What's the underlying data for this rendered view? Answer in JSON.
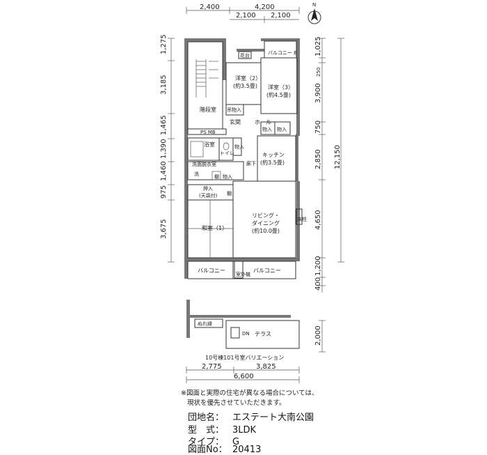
{
  "dimensions": {
    "top_total_left": "2,400",
    "top_total_right": "4,200",
    "top_sub_1": "2,100",
    "top_sub_2": "2,100",
    "left": [
      "1,275",
      "3,185",
      "1,465",
      "1,390",
      "1,460",
      "975",
      "3,675"
    ],
    "right": [
      "1,025",
      "250",
      "3,900",
      "750",
      "2,850",
      "12,150",
      "4,650",
      "1,200",
      "400",
      "2,000"
    ],
    "bottom_1": "2,775",
    "bottom_2": "3,825",
    "bottom_total": "6,600"
  },
  "rooms": {
    "stair": "階段室",
    "ps_mb": "PS MB",
    "flower": "花台",
    "balcony_b": "バルコニー B",
    "western2": "洋室（2）",
    "western2_size": "(約3.5畳)",
    "western3": "洋室（3）",
    "western3_size": "(約4.5畳)",
    "storage_a": "吊物入",
    "entrance": "玄関",
    "hall": "ホール",
    "storage_b": "物入",
    "storage_c": "物入",
    "bath": "浴室",
    "toilet": "トイレ",
    "storage_d": "物入",
    "corridor": "廊下",
    "kitchen": "キッチン",
    "kitchen_size": "(約3.5畳)",
    "dressing": "洗面脱衣室",
    "wash": "洗",
    "shelf": "棚",
    "storage_e": "物入",
    "oshiire": "押入",
    "oshiire2": "(天袋付)",
    "shelf2": "棚",
    "living": "リビング・",
    "living2": "ダイニング",
    "living_size": "(約10.0畳)",
    "tokonoma": "床柱",
    "japanese": "和室（1）",
    "balcony_l": "バルコニー",
    "balcony_r": "バルコニー",
    "ac": "室外機",
    "nure": "ぬれ縁",
    "dn": "DN",
    "terrace": "テラス"
  },
  "variation_caption": "10号棟101号室バリエーション",
  "north": "N",
  "note_line1": "※図面と実際の住宅が異なる場合については、",
  "note_line2": "現状を優先させていただきます。",
  "info": {
    "estate_label": "団地名：",
    "estate_value": "エステート大南公園",
    "type_label": "型　式：",
    "type_value": "3LDK",
    "plan_type_label": "タイプ：",
    "plan_type_value": "G",
    "drawing_label": "図面No：",
    "drawing_value": "20413"
  }
}
